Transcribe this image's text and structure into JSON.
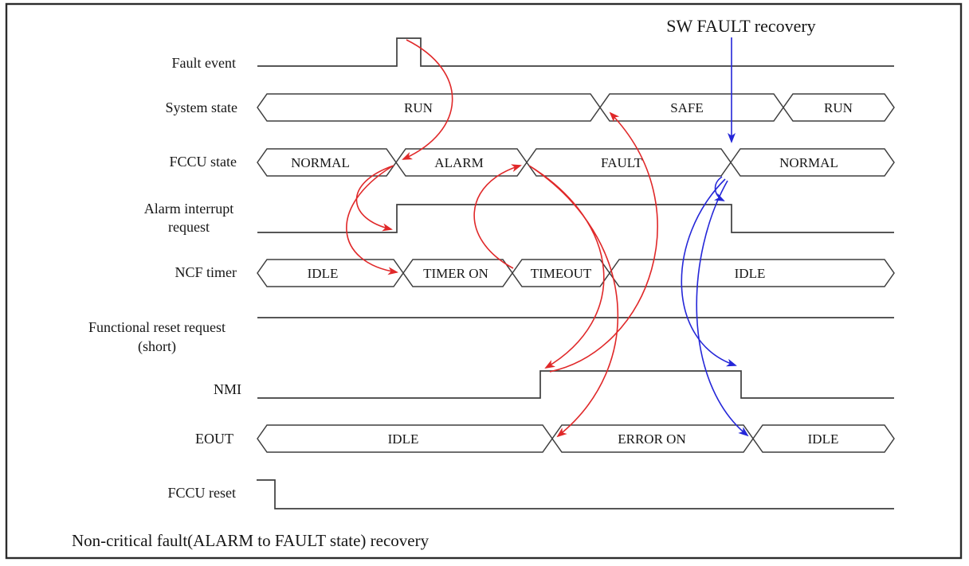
{
  "colors": {
    "arrow_red": "#e02829",
    "arrow_blue": "#2426d8",
    "waveform_line": "#3e3e3e",
    "text": "#161616",
    "background": "#ffffff"
  },
  "header_note": {
    "label": "SW FAULT recovery"
  },
  "caption": {
    "text": "Non-critical fault(ALARM to FAULT state) recovery"
  },
  "signals": {
    "fault_event": {
      "label": "Fault event"
    },
    "system_state": {
      "label": "System state",
      "segments": [
        {
          "label": "RUN"
        },
        {
          "label": "SAFE"
        },
        {
          "label": "RUN"
        }
      ]
    },
    "fccu_state": {
      "label": "FCCU state",
      "segments": [
        {
          "label": "NORMAL"
        },
        {
          "label": "ALARM"
        },
        {
          "label": "FAULT"
        },
        {
          "label": "NORMAL"
        }
      ]
    },
    "alarm_irq": {
      "label_line1": "Alarm interrupt",
      "label_line2": "request"
    },
    "ncf_timer": {
      "label": "NCF timer",
      "segments": [
        {
          "label": "IDLE"
        },
        {
          "label": "TIMER ON"
        },
        {
          "label": "TIMEOUT"
        },
        {
          "label": "IDLE"
        }
      ]
    },
    "functional_reset": {
      "label_line1": "Functional reset request",
      "label_line2": "(short)"
    },
    "nmi": {
      "label": "NMI"
    },
    "eout": {
      "label": "EOUT",
      "segments": [
        {
          "label": "IDLE"
        },
        {
          "label": "ERROR ON"
        },
        {
          "label": "IDLE"
        }
      ]
    },
    "fccu_reset": {
      "label": "FCCU reset"
    }
  },
  "arrows": {
    "red": [
      {
        "from": "Fault event pulse",
        "to": "FCCU state NORMAL-to-ALARM transition"
      },
      {
        "from": "FCCU state ALARM transition",
        "to": "Alarm interrupt request rising edge"
      },
      {
        "from": "FCCU state ALARM transition",
        "to": "NCF timer TIMER ON transition"
      },
      {
        "from": "NCF timer TIMEOUT transition",
        "to": "FCCU state ALARM-to-FAULT transition"
      },
      {
        "from": "FCCU state FAULT transition",
        "to": "NMI rising edge"
      },
      {
        "from": "FCCU state FAULT transition",
        "to": "EOUT ERROR ON transition"
      },
      {
        "from": "NMI rising edge",
        "to": "System state RUN-to-SAFE transition"
      }
    ],
    "blue": [
      {
        "from": "SW FAULT recovery",
        "to": "FCCU state FAULT-to-NORMAL transition"
      },
      {
        "from": "FCCU state NORMAL transition",
        "to": "Alarm interrupt request falling edge"
      },
      {
        "from": "FCCU state NORMAL transition",
        "to": "NMI falling edge"
      },
      {
        "from": "FCCU state NORMAL transition",
        "to": "EOUT ERROR ON-to-IDLE transition"
      }
    ]
  }
}
